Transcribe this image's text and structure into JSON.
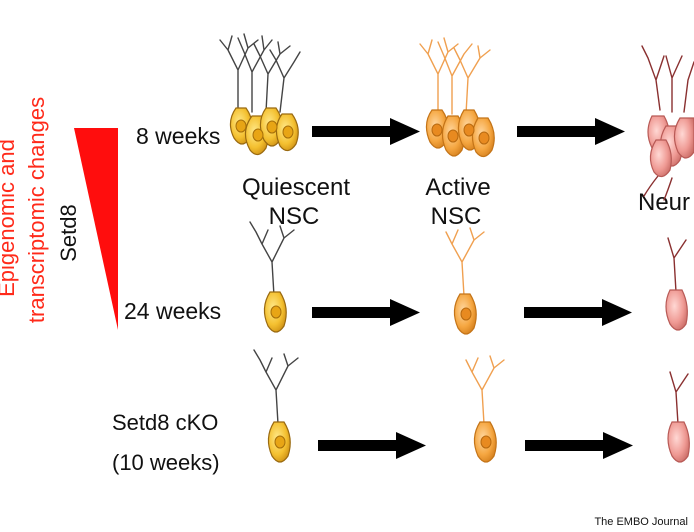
{
  "side_label": {
    "line1": "Epigenomic and",
    "line2": "transcriptomic changes",
    "color": "#ff2a1a"
  },
  "gradient_label": "Setd8",
  "wedge_color": "#ff0d0d",
  "rows": [
    {
      "label_lines": [
        "8 weeks"
      ]
    },
    {
      "label_lines": [
        "24 weeks"
      ]
    },
    {
      "label_lines": [
        "Setd8 cKO",
        "(10 weeks)"
      ]
    }
  ],
  "stages": [
    {
      "lines": [
        "Quiescent",
        "NSC"
      ],
      "color": "#f4b81f"
    },
    {
      "lines": [
        "Active",
        "NSC"
      ],
      "color": "#f5a23a"
    },
    {
      "lines": [
        "Neur"
      ],
      "color": "#ef8e8e"
    }
  ],
  "credit": "The EMBO Journal"
}
